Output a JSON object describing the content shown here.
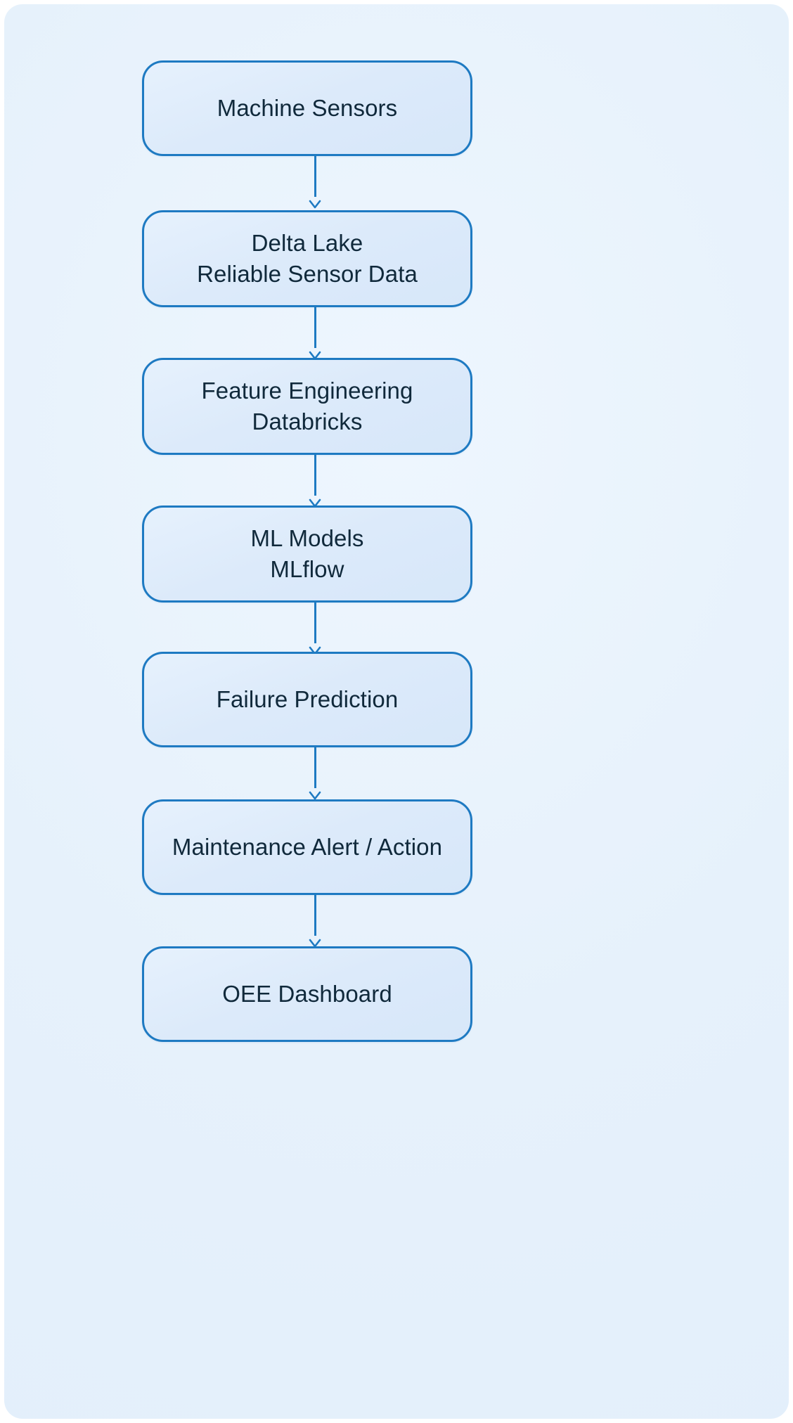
{
  "diagram": {
    "type": "flowchart",
    "orientation": "top-to-bottom",
    "background_color": "#e8f1fb",
    "node_border_color": "#1e7ac2",
    "node_fill_color": "#dceafa",
    "node_text_color": "#10293b",
    "arrow_color": "#1e7ac2",
    "nodes": [
      {
        "id": "n1",
        "lines": [
          "Machine Sensors"
        ]
      },
      {
        "id": "n2",
        "lines": [
          "Delta Lake",
          "Reliable Sensor Data"
        ]
      },
      {
        "id": "n3",
        "lines": [
          "Feature Engineering",
          "Databricks"
        ]
      },
      {
        "id": "n4",
        "lines": [
          "ML Models",
          "MLflow"
        ]
      },
      {
        "id": "n5",
        "lines": [
          "Failure Prediction"
        ]
      },
      {
        "id": "n6",
        "lines": [
          "Maintenance Alert / Action"
        ]
      },
      {
        "id": "n7",
        "lines": [
          "OEE Dashboard"
        ]
      }
    ],
    "edges": [
      {
        "from": "n1",
        "to": "n2"
      },
      {
        "from": "n2",
        "to": "n3"
      },
      {
        "from": "n3",
        "to": "n4"
      },
      {
        "from": "n4",
        "to": "n5"
      },
      {
        "from": "n5",
        "to": "n6"
      },
      {
        "from": "n6",
        "to": "n7"
      }
    ],
    "arrow_icon_name": "arrow-down-icon"
  }
}
